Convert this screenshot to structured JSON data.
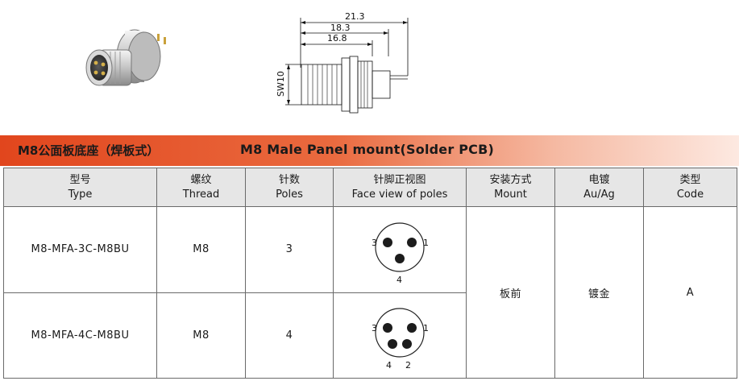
{
  "drawing": {
    "dim_overall": "21.3",
    "dim_mid": "18.3",
    "dim_short": "16.8",
    "dim_hex": "SW10"
  },
  "banner": {
    "title_cn": "M8公面板底座（焊板式）",
    "title_en": "M8 Male Panel mount(Solder PCB)"
  },
  "table": {
    "headers": [
      {
        "cn": "型号",
        "en": "Type"
      },
      {
        "cn": "螺纹",
        "en": "Thread"
      },
      {
        "cn": "针数",
        "en": "Poles"
      },
      {
        "cn": "针脚正视图",
        "en": "Face view of poles"
      },
      {
        "cn": "安装方式",
        "en": "Mount"
      },
      {
        "cn": "电镀",
        "en": "Au/Ag"
      },
      {
        "cn": "类型",
        "en": "Code"
      }
    ],
    "rows": [
      {
        "type": "M8-MFA-3C-M8BU",
        "thread": "M8",
        "poles": "3",
        "pins": {
          "left": "3",
          "right": "1",
          "bottom": "4"
        }
      },
      {
        "type": "M8-MFA-4C-M8BU",
        "thread": "M8",
        "poles": "4",
        "pins": {
          "left": "3",
          "right": "1",
          "bottom_left": "4",
          "bottom_right": "2"
        }
      }
    ],
    "shared": {
      "mount": "板前",
      "plating": "镀金",
      "code": "A"
    }
  },
  "colors": {
    "banner_start": "#e1461d",
    "header_bg": "#e6e6e6",
    "border": "#6a6a6a"
  }
}
